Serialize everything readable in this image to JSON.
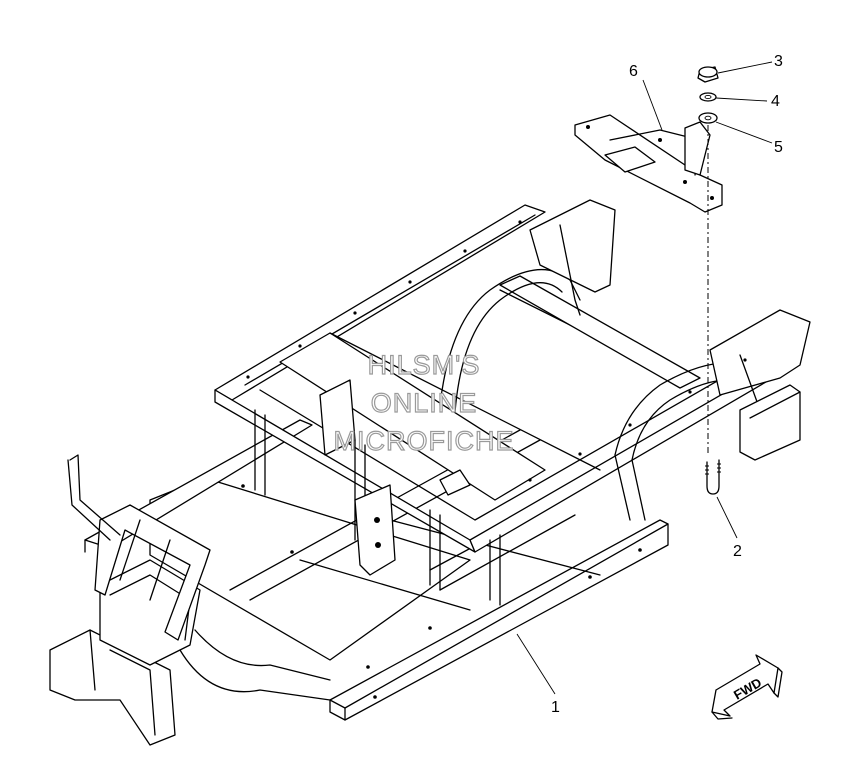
{
  "watermark": {
    "line1": "HILSM'S",
    "line2": "ONLINE",
    "line3": "MICROFICHE"
  },
  "callouts": [
    {
      "id": "1",
      "label": "1"
    },
    {
      "id": "2",
      "label": "2"
    },
    {
      "id": "3",
      "label": "3"
    },
    {
      "id": "4",
      "label": "4"
    },
    {
      "id": "5",
      "label": "5"
    },
    {
      "id": "6",
      "label": "6"
    }
  ],
  "direction_arrow": {
    "label": "FWD"
  }
}
